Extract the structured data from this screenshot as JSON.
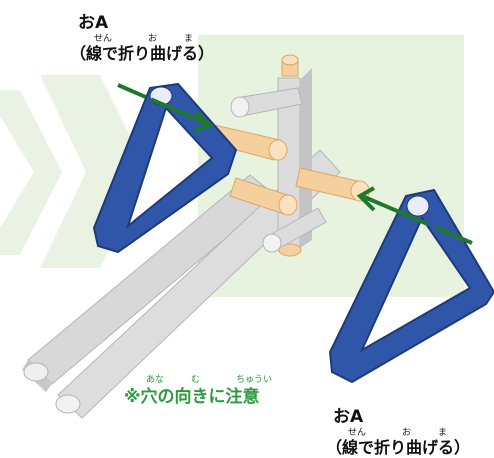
{
  "label_top": {
    "name": "おA",
    "ruby": "せん　　　　お　　　ま",
    "instruction": "（線で折り曲げる）"
  },
  "label_bottom": {
    "name": "おA",
    "ruby": "せん　　　　お　　　ま",
    "instruction": "（線で折り曲げる）"
  },
  "note": {
    "ruby": "あな　　　む　　　　ちゅうい",
    "text": "※穴の向きに注意"
  },
  "colors": {
    "blue_part": "#2f56a8",
    "blue_dark": "#1e3a7a",
    "gray_tube": "#dcdcdc",
    "gray_tube_edge": "#b5b5b5",
    "orange_peg": "#f6cf9e",
    "green_background": "#e7f2df",
    "arrow_background": "#eaf3e3",
    "green_arrow": "#1e7a2a"
  },
  "icons": [
    "green-direction-arrow",
    "chevron-background-arrow"
  ]
}
